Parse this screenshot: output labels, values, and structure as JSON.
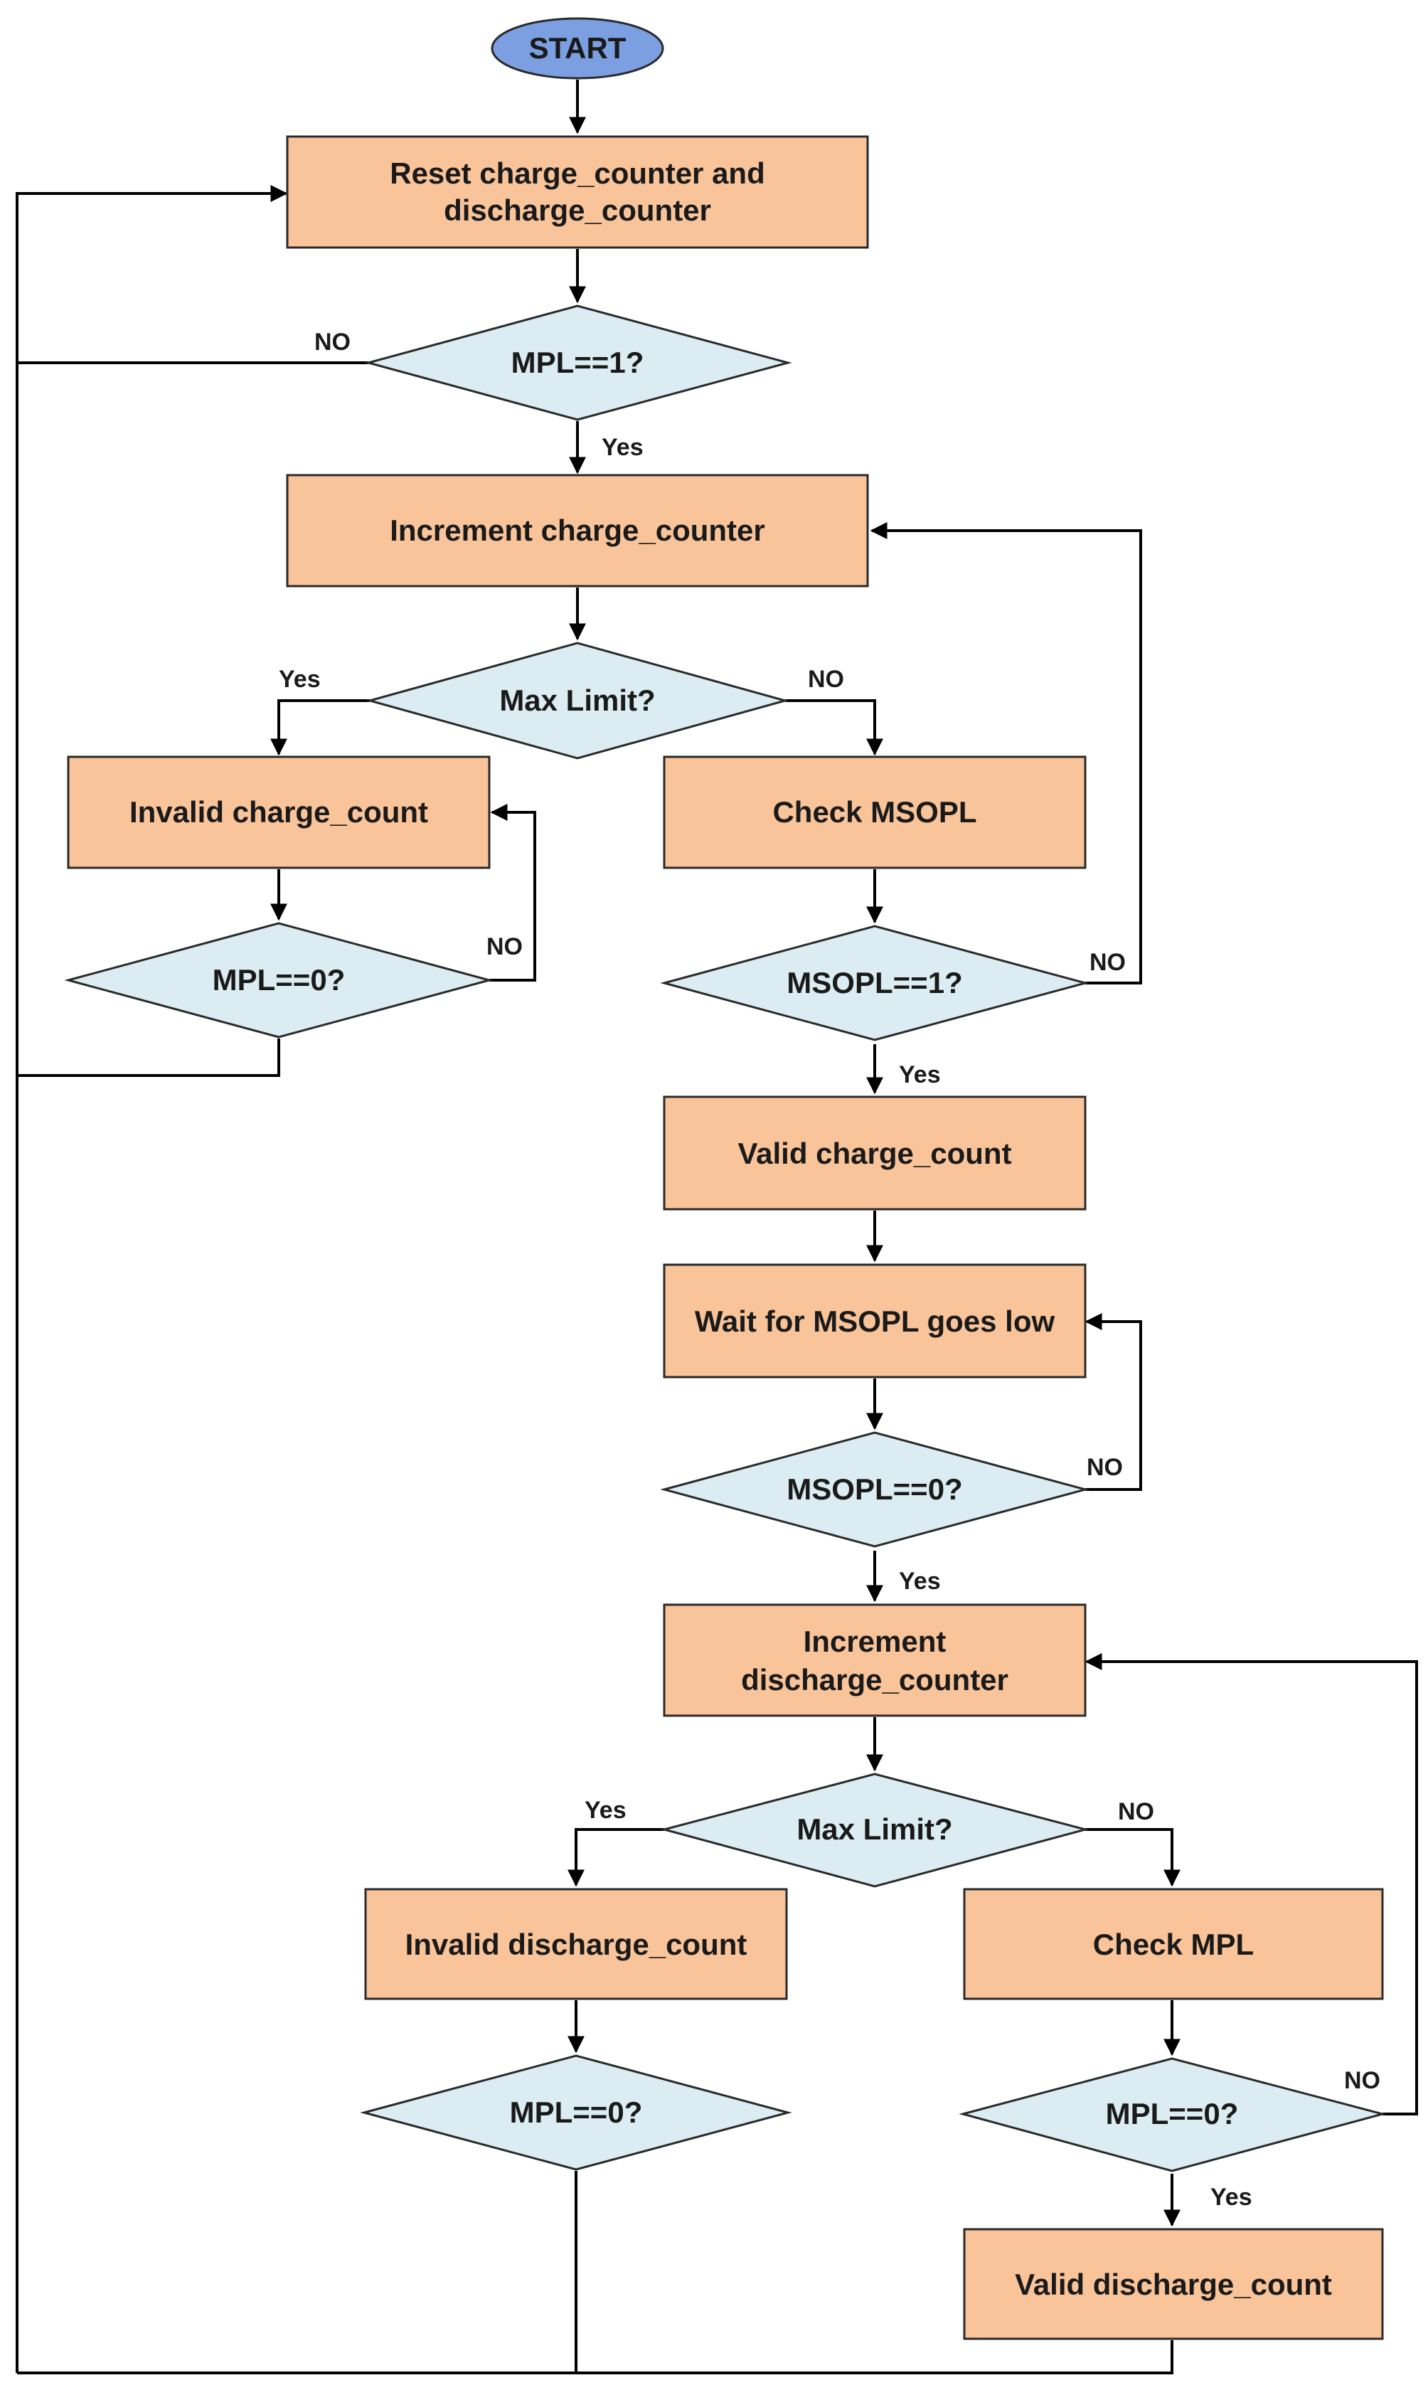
{
  "nodes": {
    "start": "START",
    "reset_1": "Reset charge_counter and",
    "reset_2": "discharge_counter",
    "d_mpl1": "MPL==1?",
    "inc_charge": "Increment charge_counter",
    "d_maxlimit1": "Max Limit?",
    "invalid_charge": "Invalid charge_count",
    "check_msopl": "Check MSOPL",
    "d_mpl0_a": "MPL==0?",
    "d_msopl1": "MSOPL==1?",
    "valid_charge": "Valid charge_count",
    "wait_msopl": "Wait for MSOPL goes low",
    "d_msopl0": "MSOPL==0?",
    "inc_discharge_1": "Increment",
    "inc_discharge_2": "discharge_counter",
    "d_maxlimit2": "Max Limit?",
    "invalid_discharge": "Invalid discharge_count",
    "check_mpl": "Check MPL",
    "d_mpl0_b": "MPL==0?",
    "d_mpl0_c": "MPL==0?",
    "valid_discharge": "Valid discharge_count"
  },
  "edges": {
    "mpl1_no": "NO",
    "mpl1_yes": "Yes",
    "maxlimit1_yes": "Yes",
    "maxlimit1_no": "NO",
    "mpl0a_no": "NO",
    "msopl1_no": "NO",
    "msopl1_yes": "Yes",
    "msopl0_no": "NO",
    "msopl0_yes": "Yes",
    "maxlimit2_yes": "Yes",
    "maxlimit2_no": "NO",
    "mpl0c_no": "NO",
    "mpl0c_yes": "Yes"
  }
}
